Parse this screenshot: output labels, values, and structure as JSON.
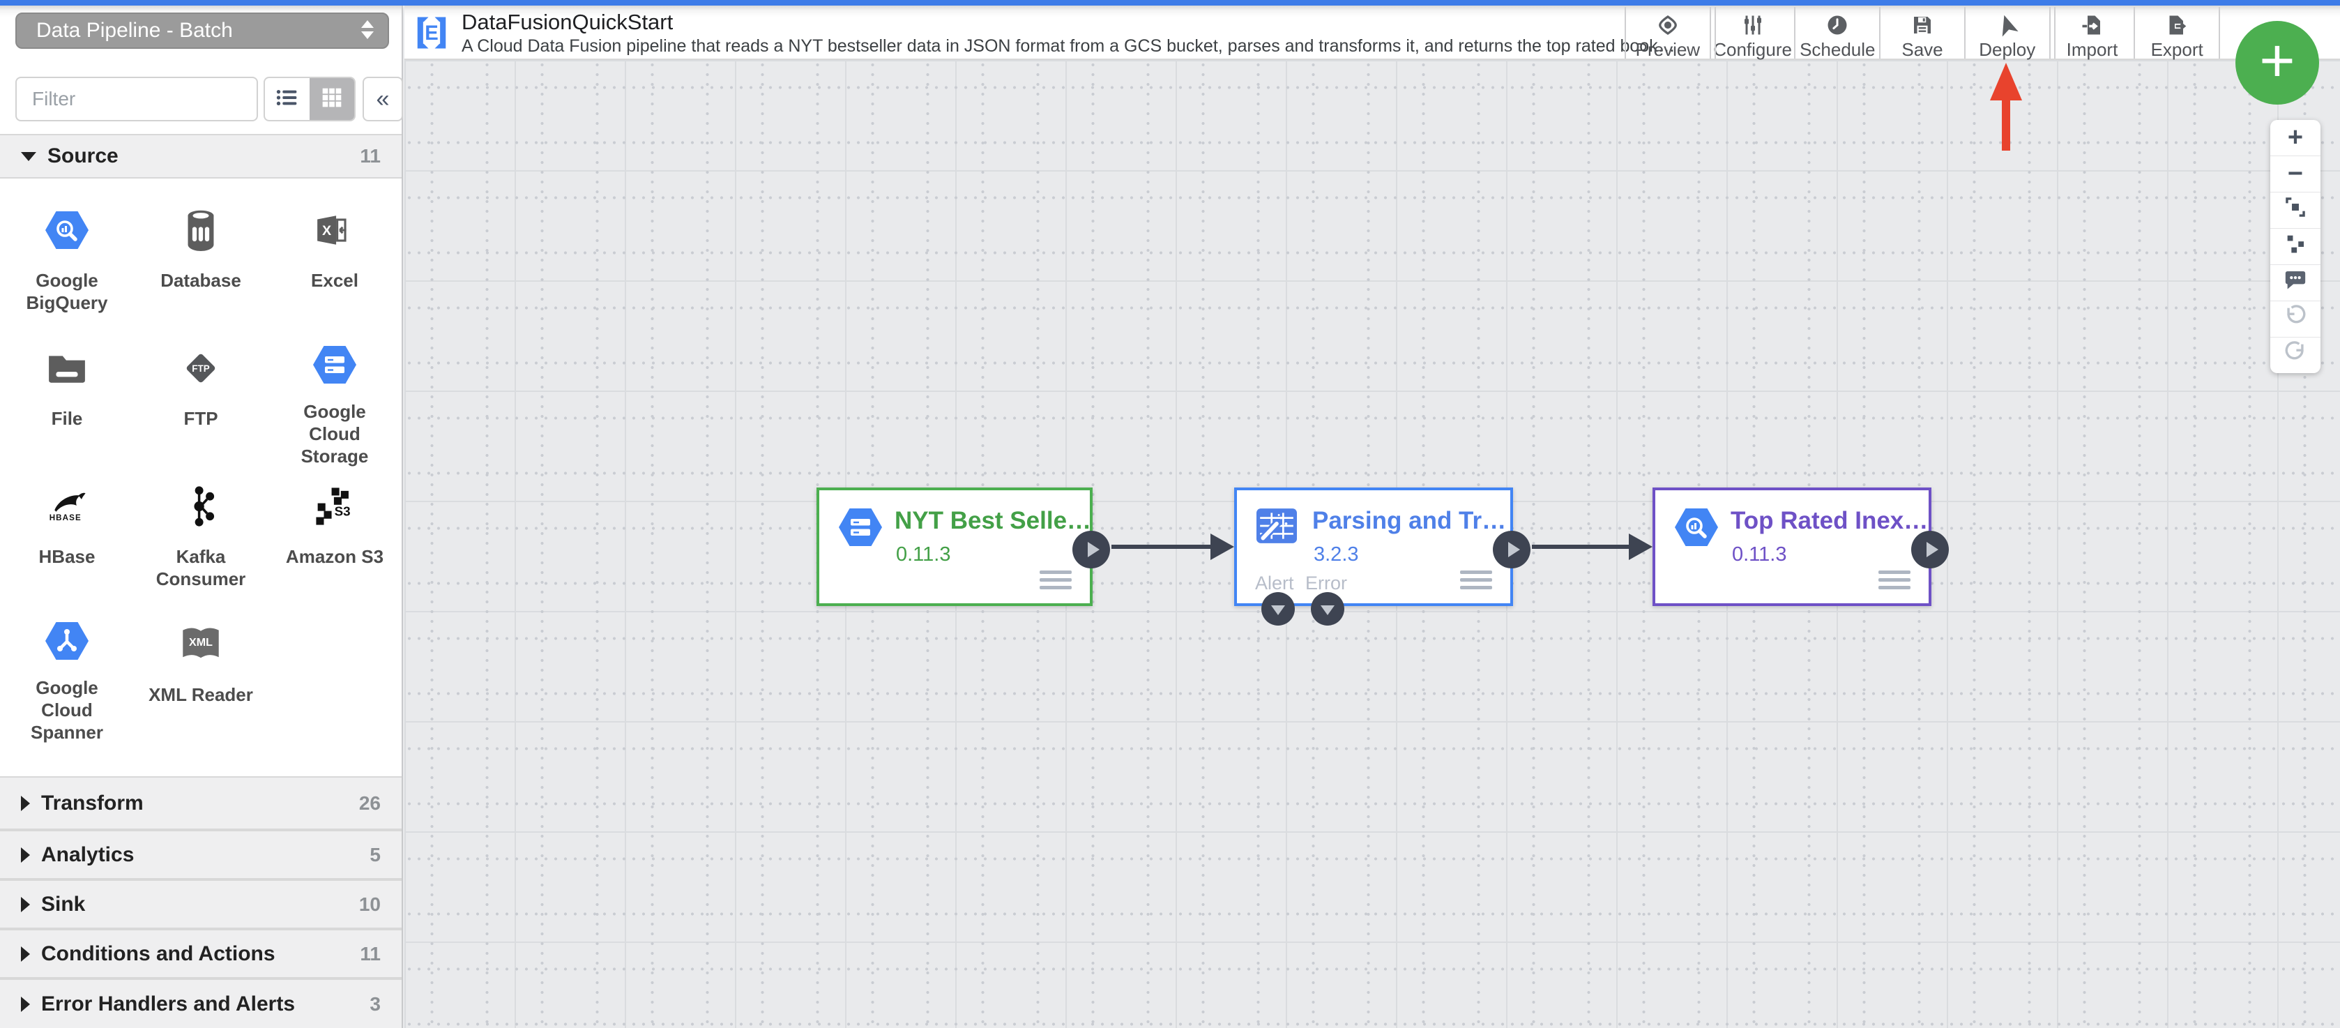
{
  "pipeline_selector": {
    "value": "Data Pipeline - Batch"
  },
  "header": {
    "logo_icon": "cdap-logo-icon",
    "title": "DataFusionQuickStart",
    "description": "A Cloud Data Fusion pipeline that reads a NYT bestseller data in JSON format from a GCS bucket, parses and transforms it, and returns the top rated book…",
    "actions": [
      {
        "label": "Preview",
        "icon": "preview-eye-icon"
      },
      {
        "label": "Configure",
        "icon": "configure-sliders-icon"
      },
      {
        "label": "Schedule",
        "icon": "schedule-clock-icon"
      },
      {
        "label": "Save",
        "icon": "save-floppy-icon"
      },
      {
        "label": "Deploy",
        "icon": "deploy-plane-icon"
      },
      {
        "label": "Import",
        "icon": "import-file-icon"
      },
      {
        "label": "Export",
        "icon": "export-file-icon"
      }
    ]
  },
  "sidebar": {
    "filter_placeholder": "Filter",
    "view_toggle": {
      "active": "grid",
      "list_icon": "list-view-icon",
      "grid_icon": "grid-view-icon"
    },
    "collapse_glyph": "«",
    "sections": [
      {
        "label": "Source",
        "count": "11",
        "expanded": true,
        "items": [
          {
            "label": "Google BigQuery",
            "icon": "bigquery-hexagon-icon"
          },
          {
            "label": "Database",
            "icon": "database-cylinder-icon"
          },
          {
            "label": "Excel",
            "icon": "excel-icon"
          },
          {
            "label": "File",
            "icon": "folder-icon"
          },
          {
            "label": "FTP",
            "icon": "ftp-diamond-icon"
          },
          {
            "label": "Google Cloud Storage",
            "icon": "cloud-storage-hexagon-icon"
          },
          {
            "label": "HBase",
            "icon": "hbase-orca-icon"
          },
          {
            "label": "Kafka Consumer",
            "icon": "kafka-icon"
          },
          {
            "label": "Amazon S3",
            "icon": "amazon-s3-icon"
          },
          {
            "label": "Google Cloud Spanner",
            "icon": "cloud-spanner-hexagon-icon"
          },
          {
            "label": "XML Reader",
            "icon": "xml-book-icon"
          }
        ]
      },
      {
        "label": "Transform",
        "count": "26",
        "expanded": false
      },
      {
        "label": "Analytics",
        "count": "5",
        "expanded": false
      },
      {
        "label": "Sink",
        "count": "10",
        "expanded": false
      },
      {
        "label": "Conditions and Actions",
        "count": "11",
        "expanded": false
      },
      {
        "label": "Error Handlers and Alerts",
        "count": "3",
        "expanded": false
      }
    ]
  },
  "canvas": {
    "nodes": [
      {
        "name": "NYT Best Selle…",
        "version": "0.11.3",
        "accent_color": "#43a047",
        "icon": "cloud-storage-hexagon-icon"
      },
      {
        "name": "Parsing and Tr…",
        "version": "3.2.3",
        "accent_color": "#4285f4",
        "icon": "wrangler-icon",
        "ports": [
          "Alert",
          "Error"
        ]
      },
      {
        "name": "Top Rated Inex…",
        "version": "0.11.3",
        "accent_color": "#6e51c6",
        "icon": "bigquery-hexagon-icon"
      }
    ],
    "annotation_arrow": {
      "points_to": "Deploy",
      "color": "#e8432d"
    }
  },
  "fab": {
    "glyph": "+",
    "color": "#4caf50"
  },
  "zoom_toolbar": {
    "zoom_in_glyph": "+",
    "zoom_out_glyph": "−",
    "buttons": [
      "zoom-in",
      "zoom-out",
      "fit-to-screen",
      "align-nodes",
      "show-comments",
      "undo",
      "redo"
    ]
  }
}
